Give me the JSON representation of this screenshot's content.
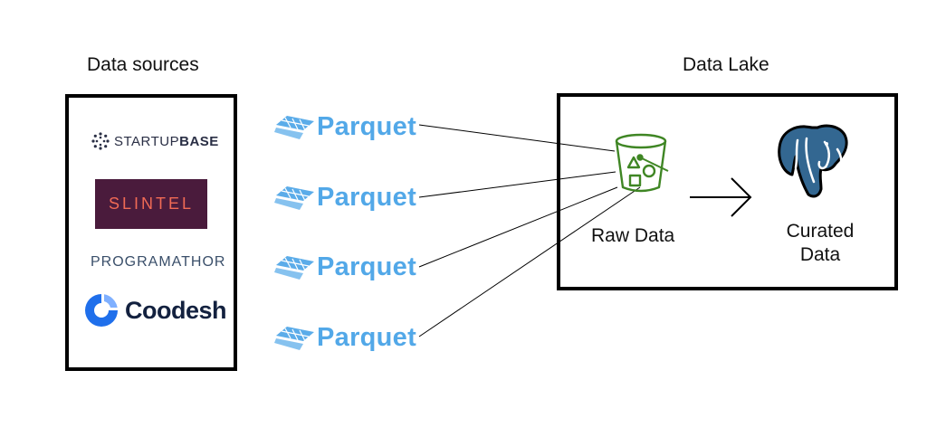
{
  "sources": {
    "title": "Data sources",
    "logos": {
      "startupbase": {
        "light": "STARTUP",
        "bold": "BASE"
      },
      "slintel": "SLINTEL",
      "programathor": "PROGRAMATHOR",
      "coodesh": "Coodesh"
    }
  },
  "parquet": {
    "files": [
      "Parquet",
      "Parquet",
      "Parquet",
      "Parquet"
    ]
  },
  "lake": {
    "title": "Data Lake",
    "raw": "Raw Data",
    "curated_line1": "Curated",
    "curated_line2": "Data"
  },
  "colors": {
    "parquet_blue": "#52a8e8",
    "bucket_green": "#3f8624",
    "postgres_blue": "#336791",
    "slintel_bg": "#4a1b3c",
    "slintel_text": "#f06a55",
    "coodesh_blue": "#1f6feb"
  },
  "icons": [
    "parquet-icon",
    "s3-bucket-icon",
    "postgresql-elephant-icon",
    "arrow-right-icon",
    "startupbase-icon",
    "coodesh-icon"
  ]
}
